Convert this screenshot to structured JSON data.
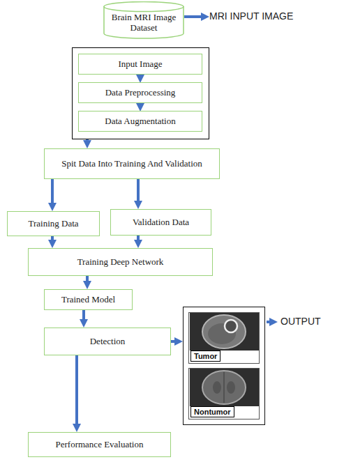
{
  "diagram": {
    "nodes": [
      {
        "text": [
          "Brain MRI Image Dataset"
        ]
      },
      {
        "text": []
      },
      {
        "text": [
          "Input Image"
        ],
        "in": 1
      },
      {
        "text": [
          "Data Preprocessing"
        ],
        "in": 1
      },
      {
        "text": [
          "Data Augmentation"
        ],
        "in": 1
      },
      {
        "text": [
          "Spit Data Into Training And Validation"
        ]
      },
      {
        "text": [
          "Training Data"
        ]
      },
      {
        "text": [
          "Validation Data"
        ]
      },
      {
        "text": [
          "Training Deep Network"
        ]
      },
      {
        "text": [
          "Trained Model"
        ]
      },
      {
        "text": [
          "Detection"
        ]
      },
      {
        "text": []
      },
      {
        "text": [
          "Tumor"
        ],
        "in": 11
      },
      {
        "text": [
          "Nontumor"
        ],
        "in": 11
      },
      {
        "text": [
          "Performance Evaluation"
        ]
      }
    ],
    "edges": [
      {
        "from": 2,
        "to": 3,
        "arrow": "to"
      },
      {
        "from": 3,
        "to": 4,
        "arrow": "to"
      },
      {
        "from": 1,
        "to": 5,
        "arrow": "to"
      },
      {
        "from": 5,
        "to": 6,
        "arrow": "to"
      },
      {
        "from": 5,
        "to": 7,
        "arrow": "to"
      },
      {
        "from": 6,
        "to": 8,
        "arrow": "to"
      },
      {
        "from": 7,
        "to": 8,
        "arrow": "to"
      },
      {
        "from": 8,
        "to": 9,
        "arrow": "to"
      },
      {
        "from": 9,
        "to": 10,
        "arrow": "to"
      },
      {
        "from": 10,
        "to": 14,
        "arrow": "to"
      },
      {
        "from": 10,
        "to": 11,
        "arrow": "to"
      }
    ],
    "labels": [
      "MRI INPUT IMAGE",
      "OUTPUT"
    ]
  }
}
